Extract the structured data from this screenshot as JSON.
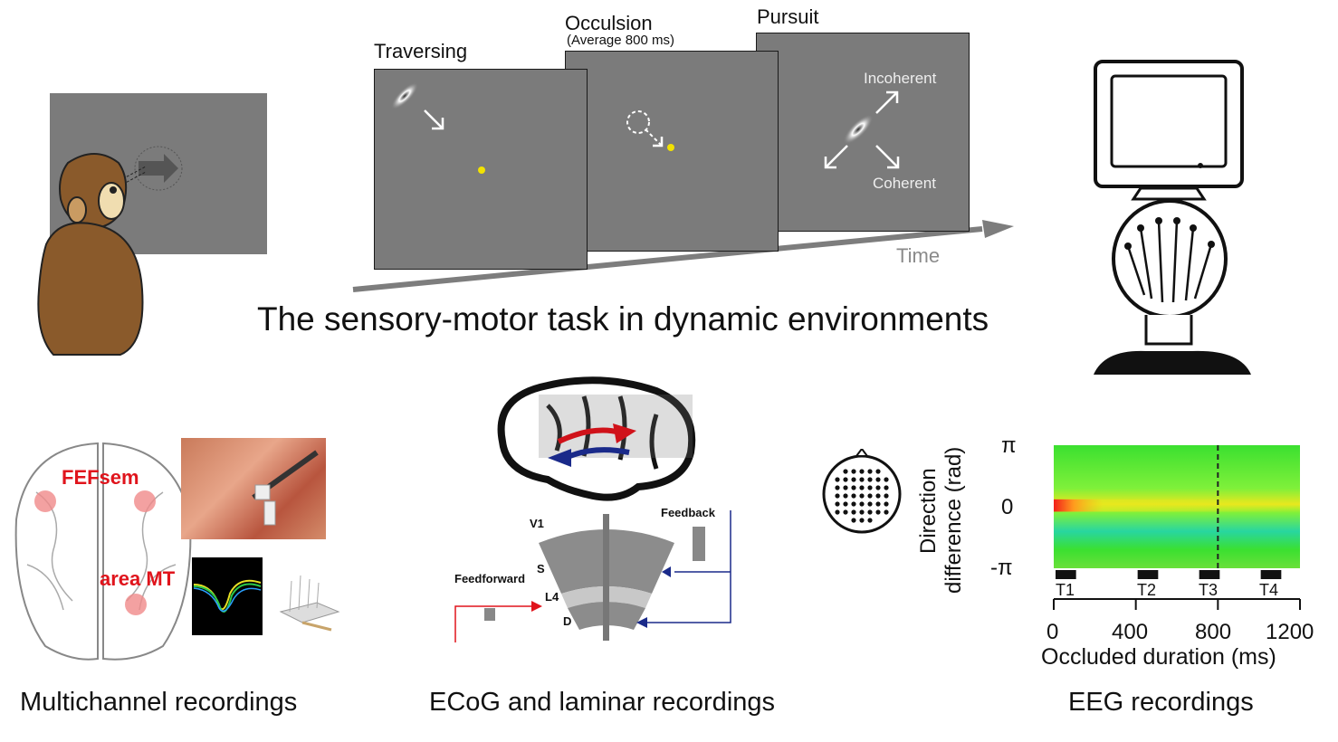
{
  "task": {
    "panel_labels": [
      "Traversing",
      "Occulsion",
      "Pursuit"
    ],
    "occlusion_sub": "(Average 800 ms)",
    "pursuit_labels": {
      "incoherent": "Incoherent",
      "coherent": "Coherent"
    },
    "time_label": "Time",
    "title": "The sensory-motor task in dynamic environments"
  },
  "multichannel": {
    "labels": {
      "fefsem": "FEFsem",
      "area_mt": "area MT"
    },
    "caption": "Multichannel recordings"
  },
  "ecog": {
    "labels": {
      "v1": "V1",
      "feedback": "Feedback",
      "feedforward": "Feedforward",
      "s": "S",
      "l4": "L4",
      "d": "D"
    },
    "caption": "ECoG and laminar recordings"
  },
  "eeg": {
    "caption": "EEG recordings",
    "ylabel_line1": "Direction",
    "ylabel_line2": "difference (rad)",
    "xlabel": "Occluded duration (ms)",
    "y_ticks": [
      "π",
      "0",
      "-π"
    ],
    "x_ticks": [
      "0",
      "400",
      "800",
      "1200"
    ],
    "windows": [
      "T1",
      "T2",
      "T3",
      "T4"
    ]
  },
  "chart_data": {
    "type": "heatmap",
    "title": "",
    "xlabel": "Occluded duration (ms)",
    "ylabel": "Direction difference (rad)",
    "xlim": [
      0,
      1200
    ],
    "ylim": [
      -3.1416,
      3.1416
    ],
    "x_ticks": [
      0,
      400,
      800,
      1200
    ],
    "y_ticks": [
      "-π",
      "0",
      "π"
    ],
    "marker_x": 800,
    "windows": [
      {
        "name": "T1",
        "start": 0,
        "end": 100
      },
      {
        "name": "T2",
        "start": 400,
        "end": 500
      },
      {
        "name": "T3",
        "start": 700,
        "end": 800
      },
      {
        "name": "T4",
        "start": 1000,
        "end": 1100
      }
    ],
    "colors": {
      "low": "#22c3ff",
      "mid": "#2fe03a",
      "high": "#f2201a",
      "peak": "#ffdc1e"
    }
  }
}
